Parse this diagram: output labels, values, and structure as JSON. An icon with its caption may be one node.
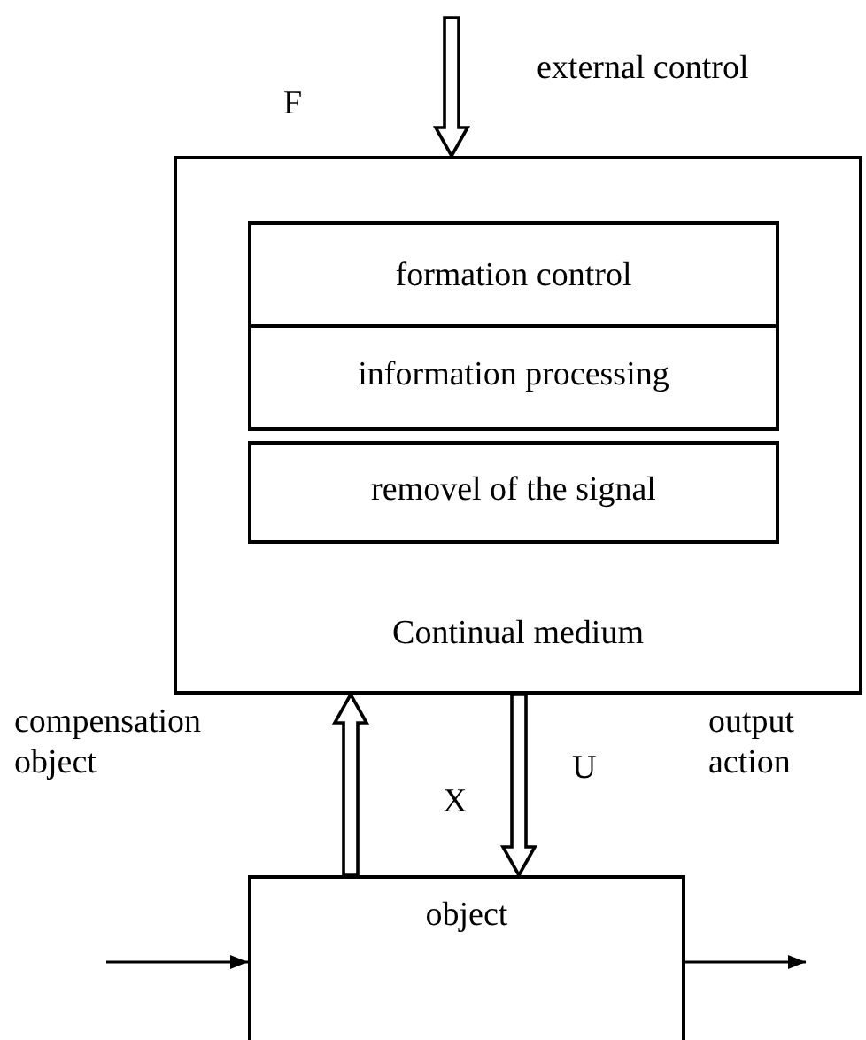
{
  "diagram": {
    "nodes": [
      {
        "text": [
          "Continual medium"
        ]
      },
      {
        "text": [
          "formation control"
        ],
        "in": 0
      },
      {
        "text": [
          "information processing"
        ],
        "in": 0
      },
      {
        "text": [
          "removel of the signal"
        ],
        "in": 0
      },
      {
        "text": [
          "object"
        ]
      }
    ],
    "edges": [
      {
        "from": null,
        "to": 0,
        "arrow": "to",
        "style": "thick"
      },
      {
        "from": 4,
        "to": 0,
        "arrow": "to",
        "style": "thick"
      },
      {
        "from": 0,
        "to": 4,
        "arrow": "to",
        "style": "thick"
      },
      {
        "from": null,
        "to": 4,
        "arrow": "to"
      },
      {
        "from": 4,
        "to": null,
        "arrow": "to"
      }
    ],
    "labels": [
      "F",
      "external control",
      "compensation object",
      "X",
      "U",
      "output action"
    ]
  }
}
